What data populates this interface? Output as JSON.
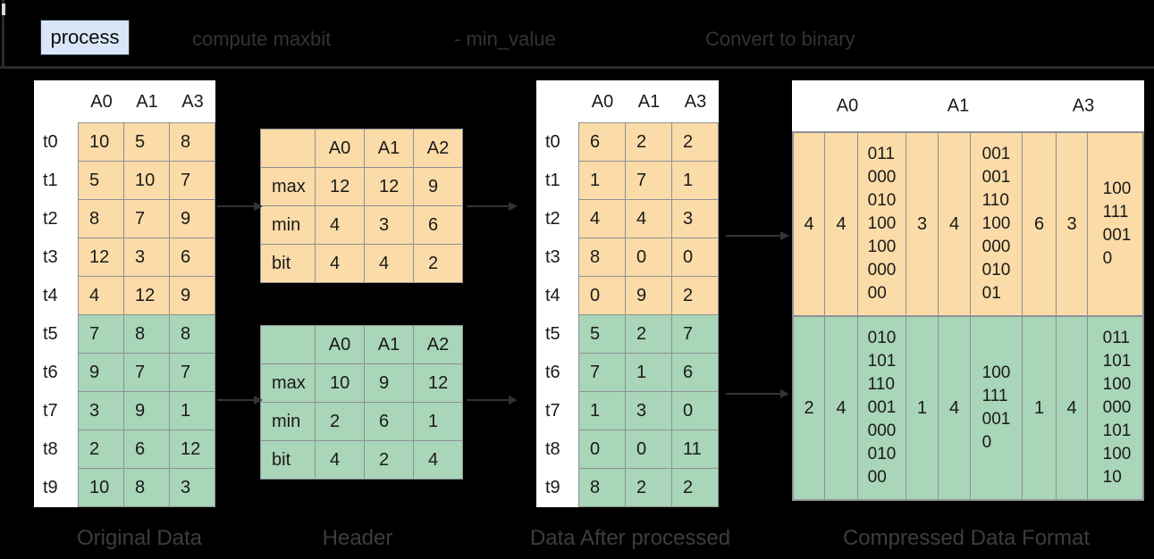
{
  "top_bar": {
    "process_label": "process",
    "step1": "compute maxbit",
    "step2": "- min_value",
    "step3": "Convert to binary"
  },
  "colors": {
    "orange_block": "#FBDBA7",
    "green_block": "#A9D5B8",
    "process_box_blue": "#D8E6F7",
    "cell_border_gray": "#8C9296",
    "arrow_gray": "#333333"
  },
  "original_data": {
    "caption": "Original Data",
    "columns": [
      "A0",
      "A1",
      "A3"
    ],
    "row_labels": [
      "t0",
      "t1",
      "t2",
      "t3",
      "t4",
      "t5",
      "t6",
      "t7",
      "t8",
      "t9"
    ],
    "rows": [
      [
        "10",
        "5",
        "8"
      ],
      [
        "5",
        "10",
        "7"
      ],
      [
        "8",
        "7",
        "9"
      ],
      [
        "12",
        "3",
        "6"
      ],
      [
        "4",
        "12",
        "9"
      ],
      [
        "7",
        "8",
        "8"
      ],
      [
        "9",
        "7",
        "7"
      ],
      [
        "3",
        "9",
        "1"
      ],
      [
        "2",
        "6",
        "12"
      ],
      [
        "10",
        "8",
        "3"
      ]
    ]
  },
  "header_section": {
    "caption": "Header",
    "tables": [
      {
        "theme": "orange",
        "columns": [
          "A0",
          "A1",
          "A2"
        ],
        "row_labels": [
          "max",
          "min",
          "bit"
        ],
        "rows": [
          [
            "12",
            "12",
            "9"
          ],
          [
            "4",
            "3",
            "6"
          ],
          [
            "4",
            "4",
            "2"
          ]
        ]
      },
      {
        "theme": "green",
        "columns": [
          "A0",
          "A1",
          "A2"
        ],
        "row_labels": [
          "max",
          "min",
          "bit"
        ],
        "rows": [
          [
            "10",
            "9",
            "12"
          ],
          [
            "2",
            "6",
            "1"
          ],
          [
            "4",
            "2",
            "4"
          ]
        ]
      }
    ]
  },
  "processed_data": {
    "caption": "Data After processed",
    "columns": [
      "A0",
      "A1",
      "A3"
    ],
    "row_labels": [
      "t0",
      "t1",
      "t2",
      "t3",
      "t4",
      "t5",
      "t6",
      "t7",
      "t8",
      "t9"
    ],
    "rows": [
      [
        "6",
        "2",
        "2"
      ],
      [
        "1",
        "7",
        "1"
      ],
      [
        "4",
        "4",
        "3"
      ],
      [
        "8",
        "0",
        "0"
      ],
      [
        "0",
        "9",
        "2"
      ],
      [
        "5",
        "2",
        "7"
      ],
      [
        "7",
        "1",
        "6"
      ],
      [
        "1",
        "3",
        "0"
      ],
      [
        "0",
        "0",
        "11"
      ],
      [
        "8",
        "2",
        "2"
      ]
    ]
  },
  "compressed": {
    "caption": "Compressed Data Format",
    "columns": [
      "A0",
      "A1",
      "A3"
    ],
    "rows": [
      {
        "theme": "orange",
        "cells": [
          "4",
          "4",
          "011\n000\n010\n100\n100\n000\n00",
          "3",
          "4",
          "001\n001\n110\n100\n000\n010\n01",
          "6",
          "3",
          "100\n111\n001\n0"
        ]
      },
      {
        "theme": "green",
        "cells": [
          "2",
          "4",
          "010\n101\n110\n001\n000\n010\n00",
          "1",
          "4",
          "100\n111\n001\n0",
          "1",
          "4",
          "011\n101\n100\n000\n101\n100\n10"
        ]
      }
    ]
  }
}
